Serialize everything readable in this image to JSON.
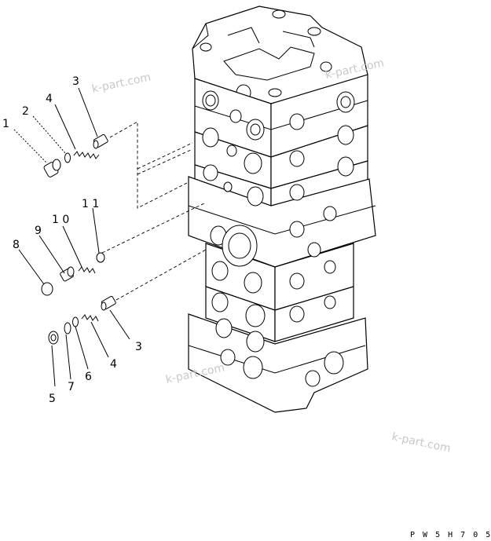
{
  "callouts": {
    "c1": "1",
    "c2": "2",
    "c3a": "3",
    "c4a": "4",
    "c8": "8",
    "c9": "9",
    "c10": "1 0",
    "c11": "1 1",
    "c3b": "3",
    "c4b": "4",
    "c5": "5",
    "c6": "6",
    "c7": "7"
  },
  "watermarks": [
    "k-part.com",
    "k-part.com",
    "k-part.com",
    "k-part.com"
  ],
  "drawing_code": "P W 5 H 7 0 5"
}
